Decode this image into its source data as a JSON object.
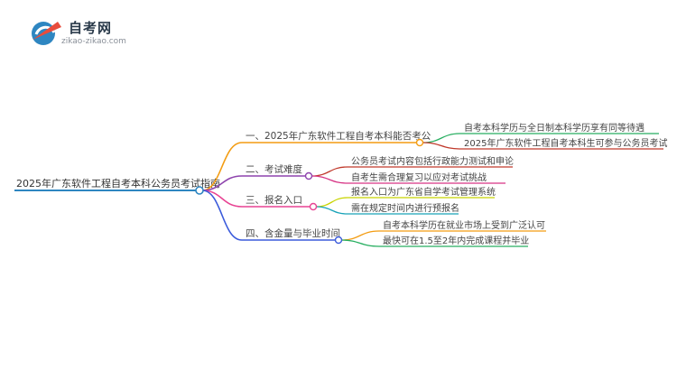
{
  "logo": {
    "title": "自考网",
    "subtitle": "zikao-zikao.com",
    "icon": "graduation-cap-icon"
  },
  "root": {
    "label": "2025年广东软件工程自考本科公务员考试指南",
    "color": "#2e86c1"
  },
  "branches": [
    {
      "label": "一、2025年广东软件工程自考本科能否考公",
      "color": "#f39c12",
      "children": [
        {
          "label": "自考本科学历与全日制本科学历享有同等待遇",
          "color": "#27ae60"
        },
        {
          "label": "2025年广东软件工程自考本科生可参与公务员考试",
          "color": "#c0392b"
        }
      ]
    },
    {
      "label": "二、考试难度",
      "color": "#8e44ad",
      "children": [
        {
          "label": "公务员考试内容包括行政能力测试和申论",
          "color": "#c0392b"
        },
        {
          "label": "自考生需合理复习以应对考试挑战",
          "color": "#d63384"
        }
      ]
    },
    {
      "label": "三、报名入口",
      "color": "#e84393",
      "children": [
        {
          "label": "报名入口为广东省自学考试管理系统",
          "color": "#c8d400"
        },
        {
          "label": "需在规定时间内进行预报名",
          "color": "#17a2b8"
        }
      ]
    },
    {
      "label": "四、含金量与毕业时间",
      "color": "#3b5bdb",
      "children": [
        {
          "label": "自考本科学历在就业市场上受到广泛认可",
          "color": "#f39c12"
        },
        {
          "label": "最快可在1.5至2年内完成课程并毕业",
          "color": "#27ae60"
        }
      ]
    }
  ]
}
